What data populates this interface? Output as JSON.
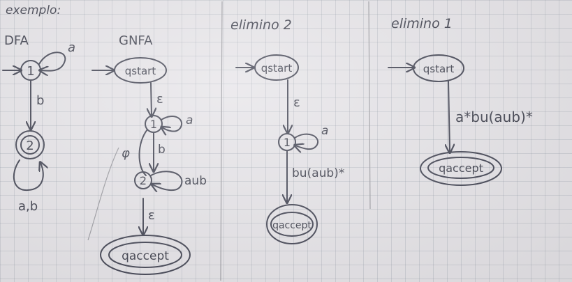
{
  "heading": "exemplo:",
  "panels": {
    "dfa": {
      "title": "DFA",
      "state_1": "1",
      "state_2": "2",
      "loop_1": "a",
      "edge_1_2": "b",
      "loop_2": "a,b"
    },
    "gnfa": {
      "title": "GNFA",
      "start": "qstart",
      "accept": "qaccept",
      "state_1": "1",
      "state_2": "2",
      "edge_start_1": "ε",
      "loop_1": "a",
      "edge_1_2": "b",
      "loop_2": "aub",
      "edge_2_accept": "ε",
      "edge_empty": "φ"
    },
    "elim2": {
      "title": "elimino 2",
      "start": "qstart",
      "accept": "qaccept",
      "state_1": "1",
      "edge_start_1": "ε",
      "loop_1": "a",
      "edge_1_accept": "bu(aub)*"
    },
    "elim1": {
      "title": "elimino 1",
      "start": "qstart",
      "accept": "qaccept",
      "edge_start_accept": "a*bu(aub)*"
    }
  },
  "colors": {
    "ink": "#3f4150",
    "paper": "#e6e4e8",
    "grid": "#7882910"
  }
}
